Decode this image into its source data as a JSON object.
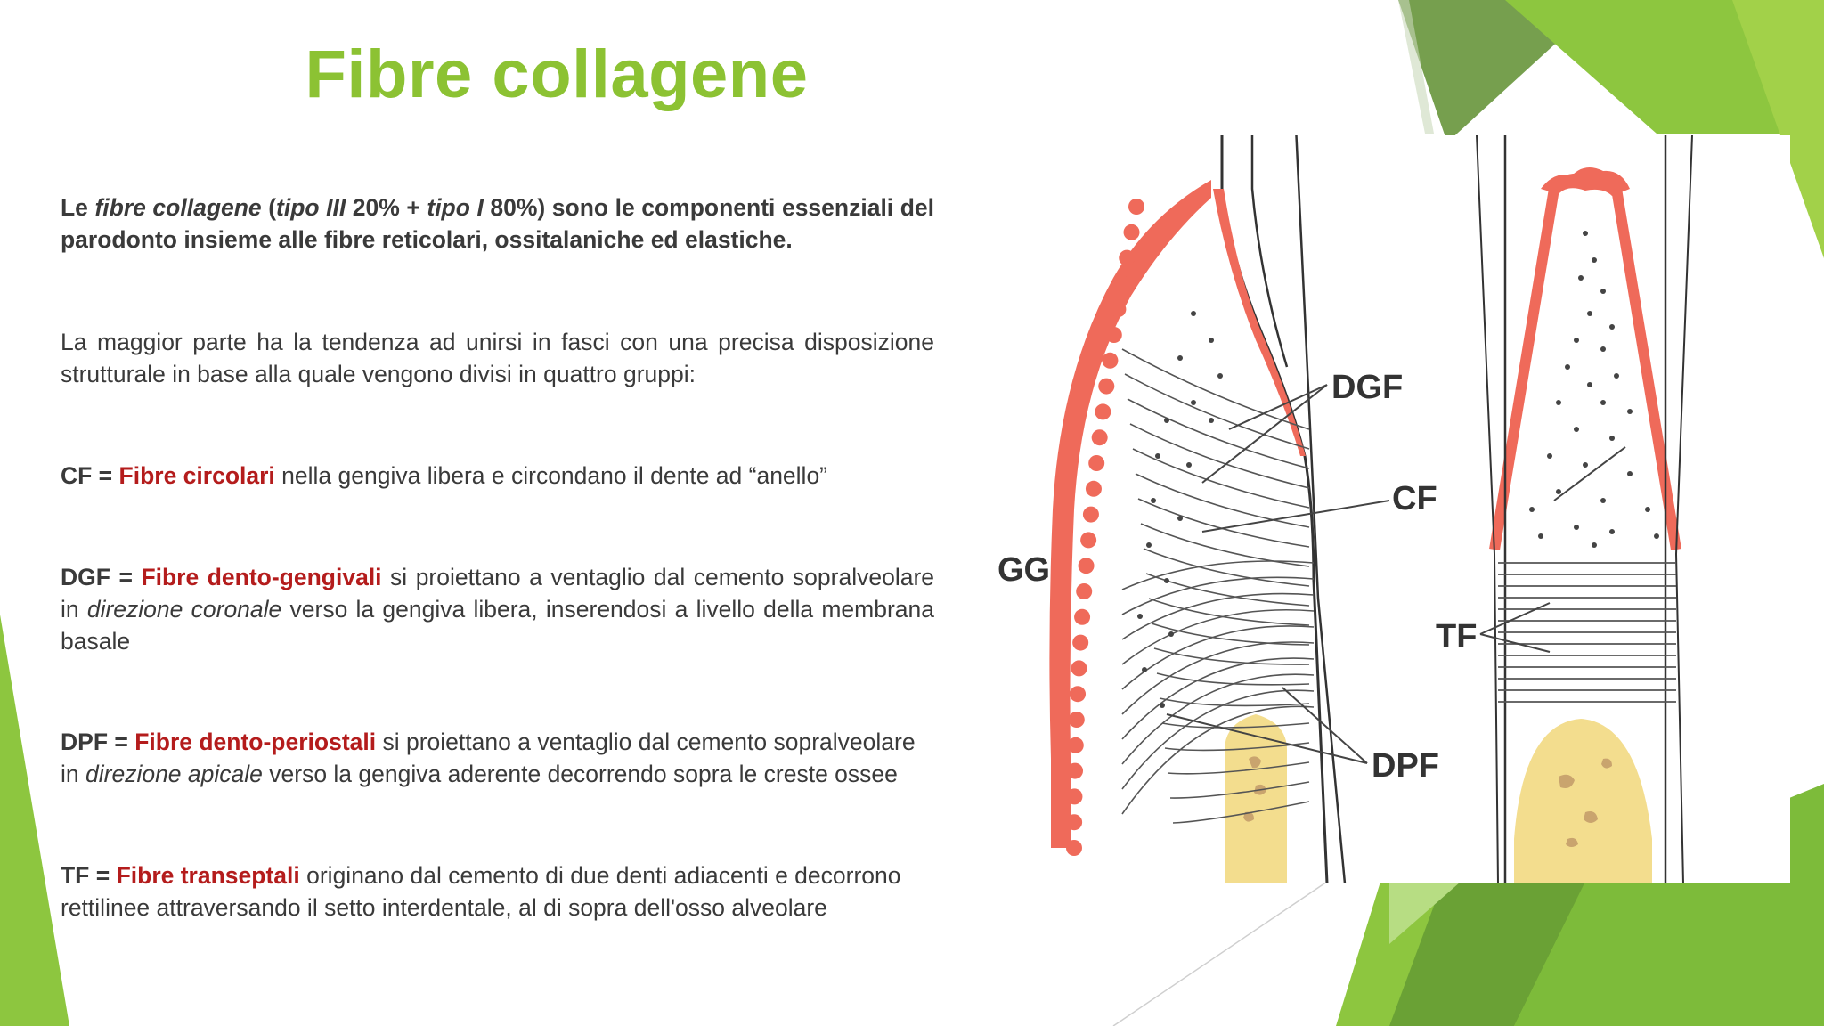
{
  "title": "Fibre collagene",
  "intro": {
    "t1": "Le ",
    "t2": "fibre collagene",
    "t3": " (",
    "t4": "tipo III",
    "t5": " 20% + ",
    "t6": "tipo I",
    "t7": " 80%) sono le componenti essenziali del parodonto insieme alle fibre reticolari, ossitalaniche ed elastiche."
  },
  "groups_text": "La maggior parte ha la tendenza ad unirsi in fasci con una precisa disposizione strutturale in base alla quale vengono divisi in quattro gruppi:",
  "cf": {
    "code": "CF = ",
    "name": "Fibre circolari",
    "desc": "  nella gengiva libera e circondano il dente ad “anello”"
  },
  "dgf": {
    "code": "DGF = ",
    "name": "Fibre dento-gengivali",
    "d1": " si proiettano a ventaglio dal cemento sopralveolare in ",
    "d2": "direzione coronale",
    "d3": " verso la gengiva libera, inserendosi a livello della membrana basale"
  },
  "dpf": {
    "code": "DPF = ",
    "name": "Fibre dento-periostali",
    "d1": " si proiettano a ventaglio dal cemento sopralveolare in ",
    "d2": "direzione apicale",
    "d3": " verso la gengiva aderente decorrendo sopra le creste ossee"
  },
  "tf": {
    "code": "TF = ",
    "name": "Fibre transeptali",
    "desc": " originano dal cemento di due denti adiacenti e decorrono rettilinee attraversando il setto interdentale, al di sopra dell'osso alveolare"
  },
  "figure": {
    "labels": {
      "gg": "GG",
      "dgf": "DGF",
      "cf": "CF",
      "tf": "TF",
      "dpf": "DPF"
    }
  },
  "colors": {
    "title": "#8cc233",
    "term": "#b41c1c",
    "gingiva": "#ef6a5a",
    "bone": "#f3dd8e",
    "accent_green_dark": "#6f9a45",
    "accent_green_light": "#8dc63f"
  }
}
